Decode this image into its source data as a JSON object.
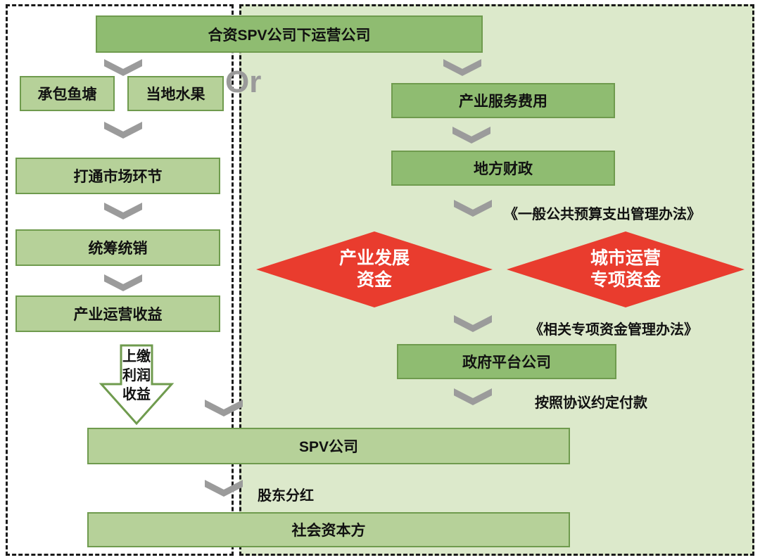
{
  "colors": {
    "panel_bg_right": "#dce9cb",
    "panel_bg_left": "#ffffff",
    "box_green_medium": "#8fbc71",
    "box_green_light": "#b6d199",
    "box_border_green": "#6f9b4e",
    "diamond_red": "#e93c2e",
    "chevron_gray": "#9b9b9b",
    "or_gray": "#9a9a9a"
  },
  "top": {
    "operating_company": "合资SPV公司下运营公司",
    "or_label": "Or"
  },
  "left_flow": {
    "fish_pond": "承包鱼塘",
    "local_fruit": "当地水果",
    "market_link": "打通市场环节",
    "unified_sales": "统筹统销",
    "operation_income": "产业运营收益",
    "profit_arrow": {
      "line1": "上缴",
      "line2": "利润",
      "line3": "收益"
    }
  },
  "right_flow": {
    "service_fee": "产业服务费用",
    "local_finance": "地方财政",
    "budget_note": "《一般公共预算支出管理办法》",
    "industry_fund": {
      "line1": "产业发展",
      "line2": "资金"
    },
    "city_fund": {
      "line1": "城市运营",
      "line2": "专项资金"
    },
    "special_fund_note": "《相关专项资金管理办法》",
    "gov_platform": "政府平台公司",
    "payment_note": "按照协议约定付款"
  },
  "bottom_flow": {
    "spv_company": "SPV公司",
    "dividend_note": "股东分红",
    "social_capital": "社会资本方"
  }
}
